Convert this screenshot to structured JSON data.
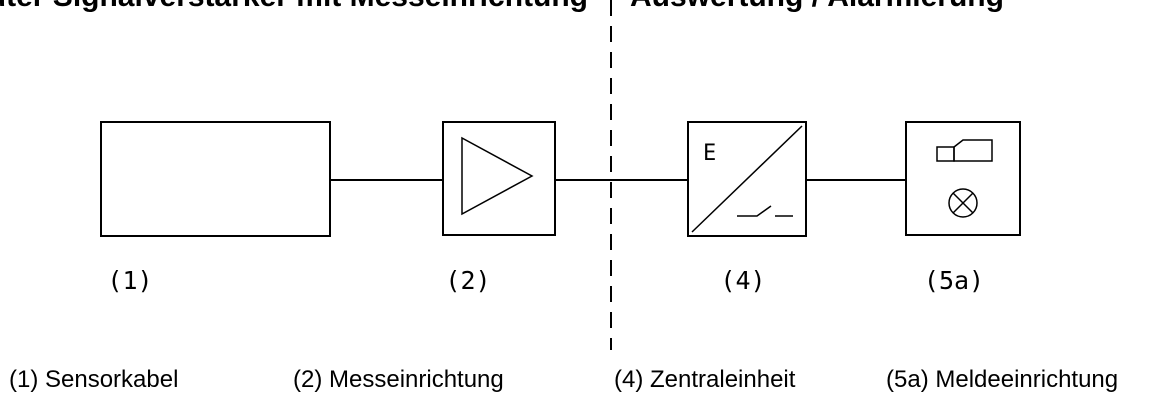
{
  "diagram": {
    "title_left": "Eingebauter Signalverstärker mit Messeinrichtung",
    "title_right": "Auswertung / Alarmierung",
    "components": [
      {
        "id": "1",
        "number_label": "(1)",
        "legend": "(1) Sensorkabel"
      },
      {
        "id": "2",
        "number_label": "(2)",
        "legend": "(2) Messeinrichtung"
      },
      {
        "id": "4",
        "number_label": "(4)",
        "legend": "(4) Zentraleinheit"
      },
      {
        "id": "5a",
        "number_label": "(5a)",
        "legend": "(5a) Meldeeinrichtung"
      }
    ],
    "converter_letter": "E",
    "colors": {
      "line": "#000000",
      "background": "#ffffff"
    },
    "icons": {
      "amplifier": "triangle-amplifier-icon",
      "converter": "diagonal-converter-switch-icon",
      "alarm": "signal-lamp-horn-icon"
    }
  }
}
